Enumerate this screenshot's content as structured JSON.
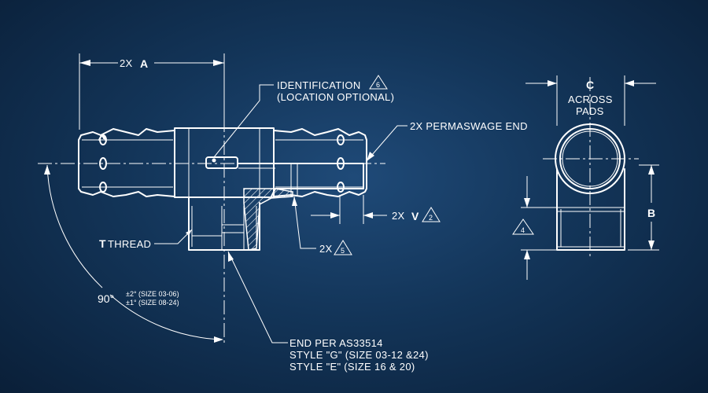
{
  "labels": {
    "dim_a_prefix": "2X",
    "dim_a_letter": "A",
    "identification": "IDENTIFICATION",
    "identification_note": "6",
    "location_optional": "(LOCATION OPTIONAL)",
    "permaswage": "2X PERMASWAGE END",
    "dim_v_prefix": "2X",
    "dim_v_letter": "V",
    "dim_v_note": "2",
    "note5_prefix": "2X",
    "note5": "5",
    "thread_letter": "T",
    "thread_word": "THREAD",
    "angle_value": "90°",
    "angle_tol_1": "±2° (SIZE 03-06)",
    "angle_tol_2": "±1° (SIZE 08-24)",
    "end_line_1": "END PER AS33514",
    "end_line_2": "STYLE \"G\" (SIZE 03-12 &24)",
    "end_line_3": "STYLE \"E\" (SIZE 16 & 20)",
    "dim_c_letter": "C",
    "across": "ACROSS",
    "pads": "PADS",
    "note4": "4",
    "dim_b_letter": "B"
  },
  "colors": {
    "background_center": "#1f4a78",
    "background_edge": "#0a1f38",
    "linework": "#ffffff"
  }
}
